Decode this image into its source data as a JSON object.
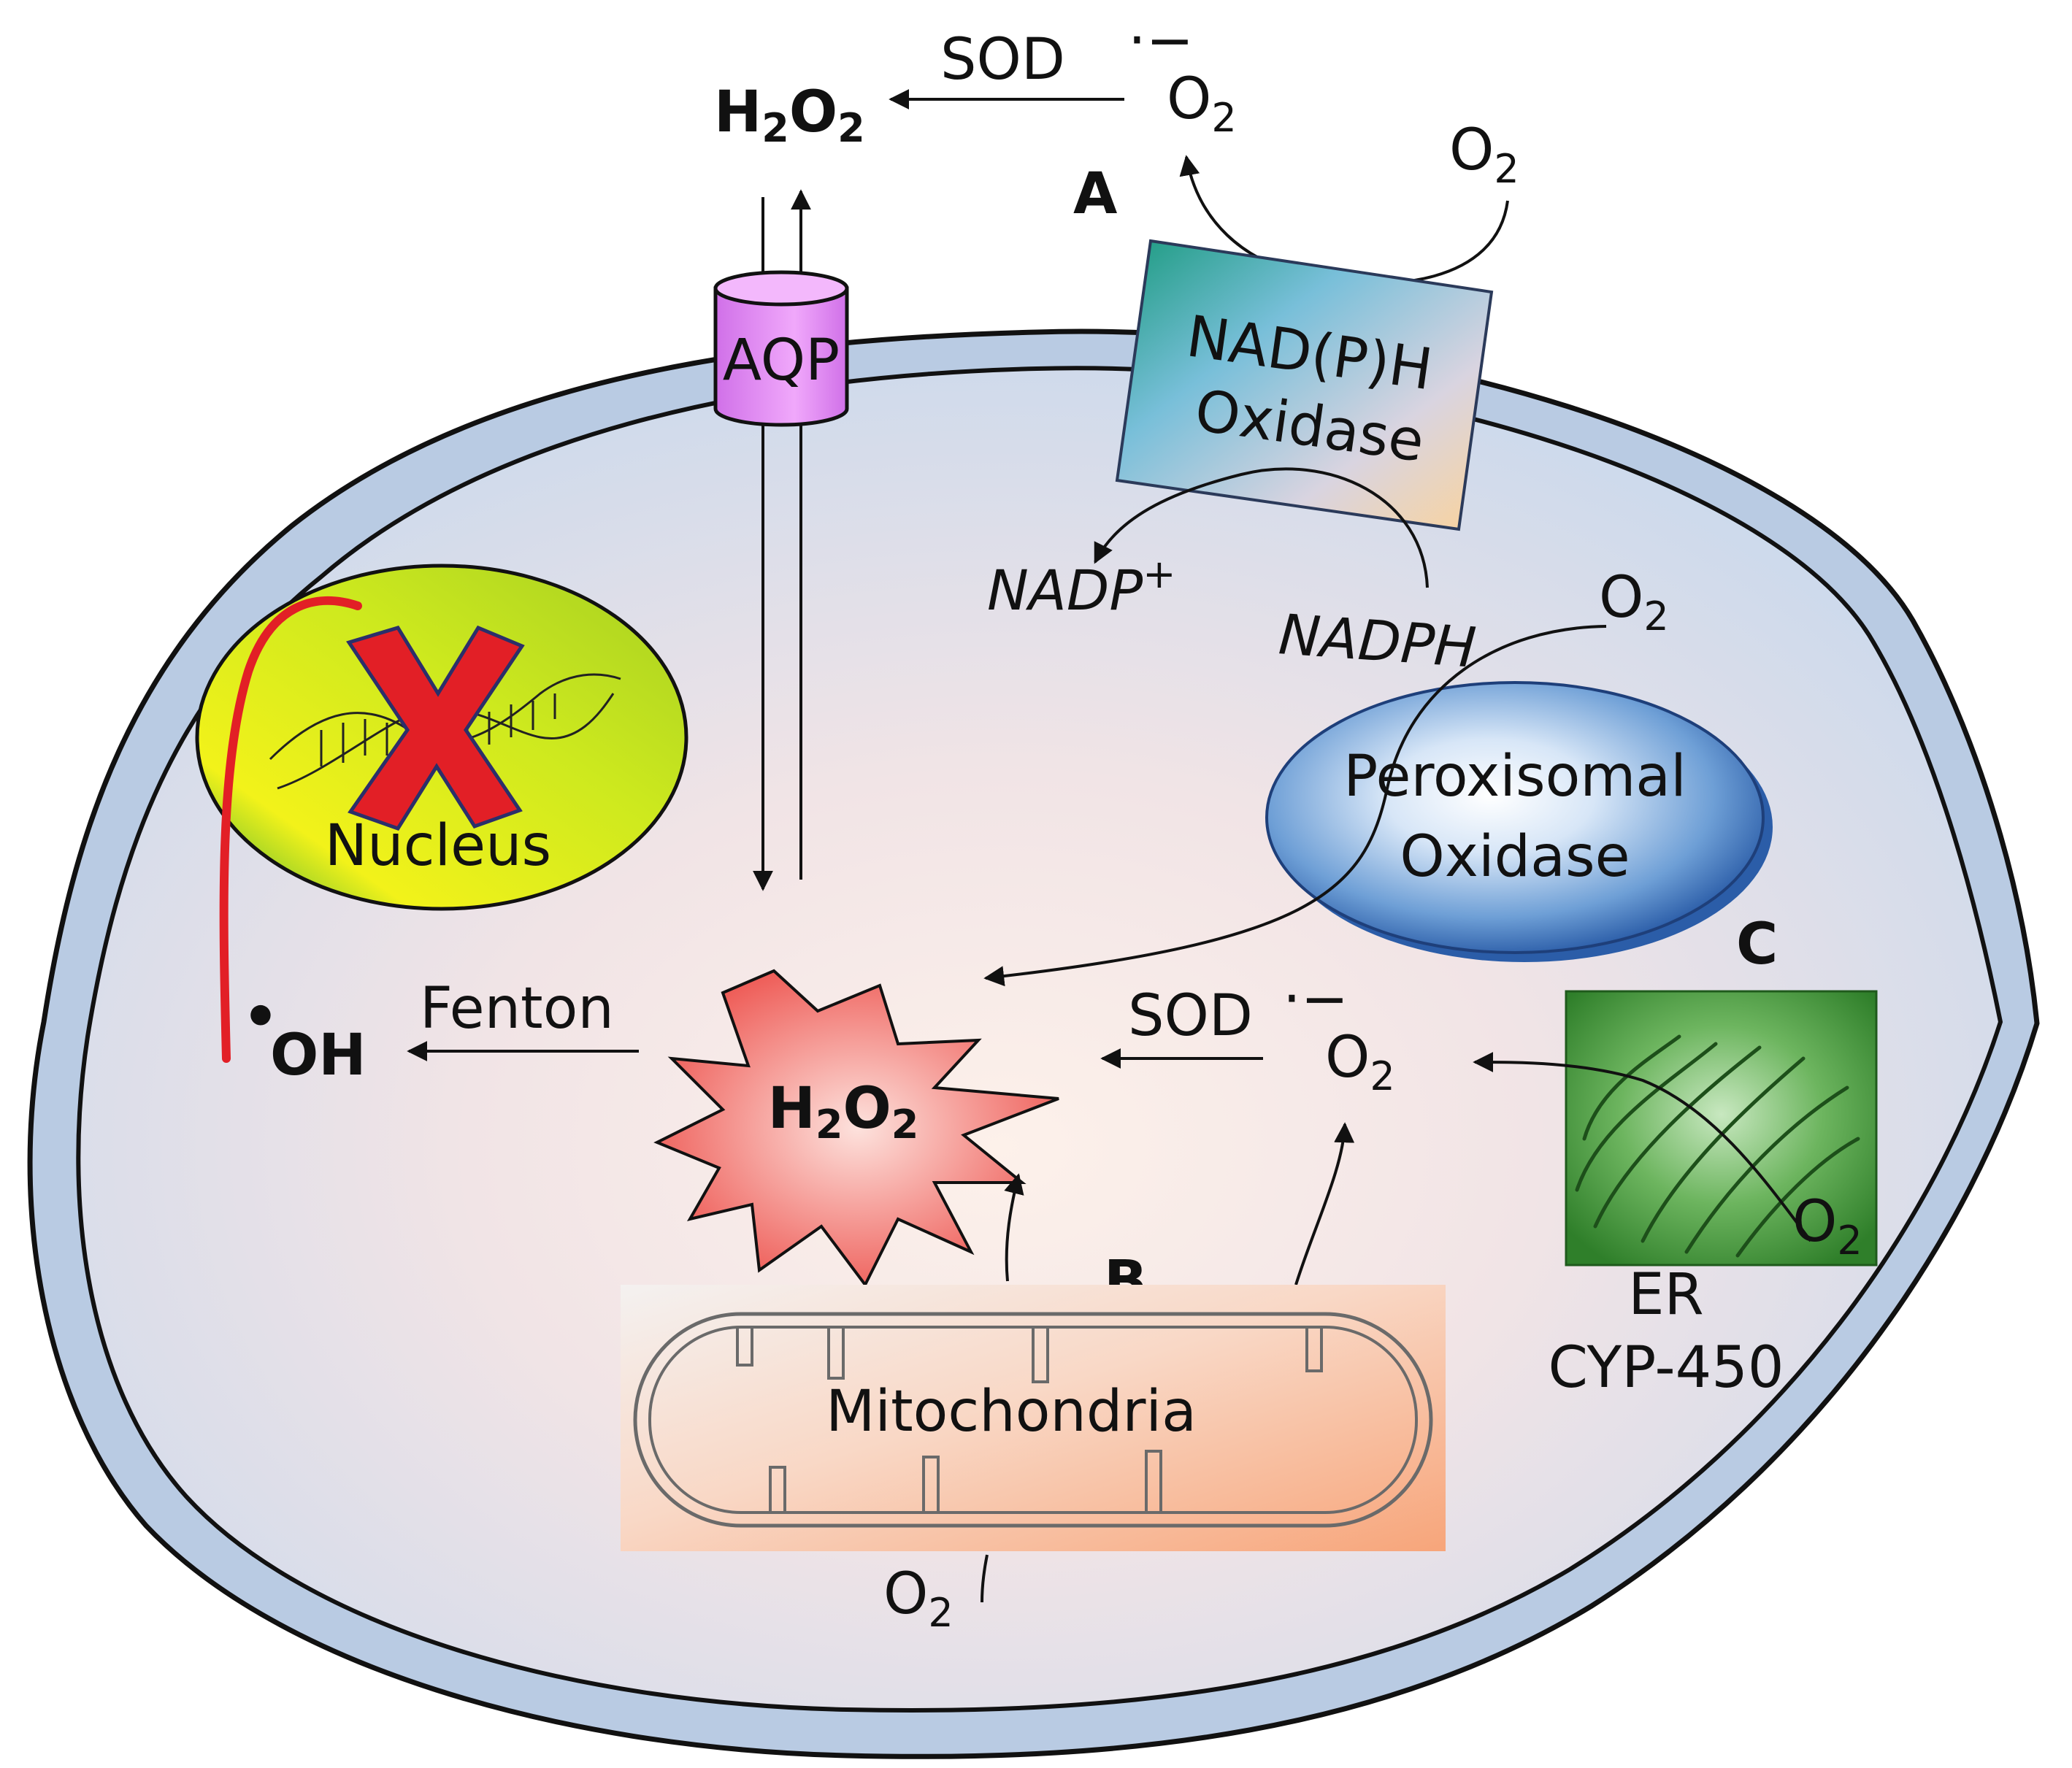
{
  "extracellular": {
    "h2o2_label": "H",
    "h2o2_sub1": "2",
    "h2o2_mid": "O",
    "h2o2_sub2": "2",
    "sod_label": "SOD",
    "superoxide_label": "O",
    "superoxide_sub": "2",
    "superoxide_charge": "·−",
    "o2_label": "O",
    "o2_sub": "2",
    "marker_a": "A"
  },
  "membrane": {
    "aqp_label": "AQP",
    "nadph_oxidase_line1": "NAD(P)H",
    "nadph_oxidase_line2": "Oxidase",
    "nadp_plus": "NADP",
    "nadp_plus_sup": "+",
    "nadph": "NADPH"
  },
  "cytoplasm": {
    "nucleus_label": "Nucleus",
    "peroxisome_line1": "Peroxisomal",
    "peroxisome_line2": "Oxidase",
    "peroxisome_o2": "O",
    "peroxisome_o2_sub": "2",
    "marker_c": "C",
    "er_line1": "ER",
    "er_line2": "CYP-450",
    "er_o2": "O",
    "er_o2_sub": "2",
    "center_h2o2": "H",
    "center_h2o2_sub1": "2",
    "center_h2o2_mid": "O",
    "center_h2o2_sub2": "2",
    "fenton_label": "Fenton",
    "hydroxyl_dot": "•",
    "hydroxyl_label": "OH",
    "sod_label": "SOD",
    "superoxide_label": "O",
    "superoxide_sub": "2",
    "superoxide_charge": "·−",
    "marker_b": "B",
    "mitochondria_label": "Mitochondria",
    "mito_o2": "O",
    "mito_o2_sub": "2"
  },
  "colors": {
    "cell_membrane": "#b9cbe3",
    "cytoplasm_center": "#fbe5d6",
    "cytoplasm_edge": "#cfdcee",
    "nucleus_fill": "#d9ef1f",
    "aqp_fill": "#e58cf5",
    "er_fill": "#4aa43a",
    "peroxisome_fill": "#3f7fc8",
    "burst_fill": "#f26b63",
    "damage_red": "#e21f26",
    "mito_fill": "#f6a77d"
  }
}
